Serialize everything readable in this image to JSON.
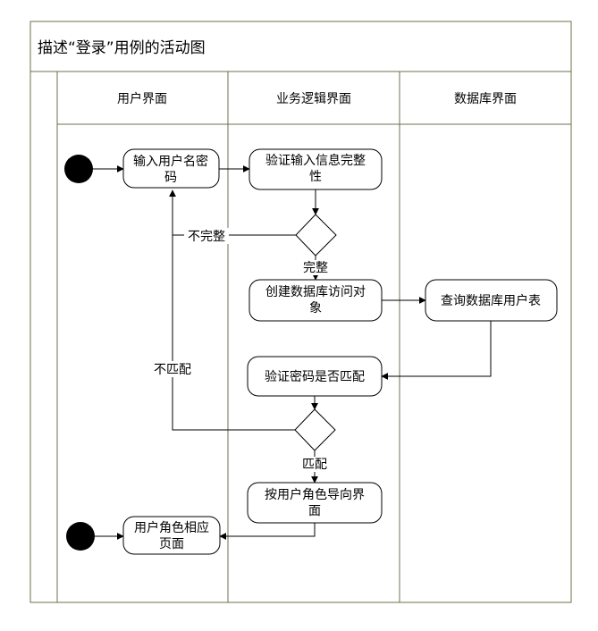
{
  "title": "描述“登录”用例的活动图",
  "lanes": [
    "用户界面",
    "业务逻辑界面",
    "数据库界面"
  ],
  "nodes": {
    "input_credentials": [
      "输入用户名密",
      "码"
    ],
    "validate_complete": [
      "验证输入信息完整",
      "性"
    ],
    "create_db_object": [
      "创建数据库访问对",
      "象"
    ],
    "query_user_table": [
      "查询数据库用户表"
    ],
    "verify_password": [
      "验证密码是否匹配"
    ],
    "navigate_by_role": [
      "按用户角色导向界",
      "面"
    ],
    "role_page": [
      "用户角色相应",
      "页面"
    ]
  },
  "edge_labels": {
    "incomplete": "不完整",
    "complete": "完整",
    "not_match": "不匹配",
    "match": "匹配"
  },
  "colors": {
    "frame": "#6b7049",
    "line": "#000000",
    "fill": "#ffffff"
  }
}
